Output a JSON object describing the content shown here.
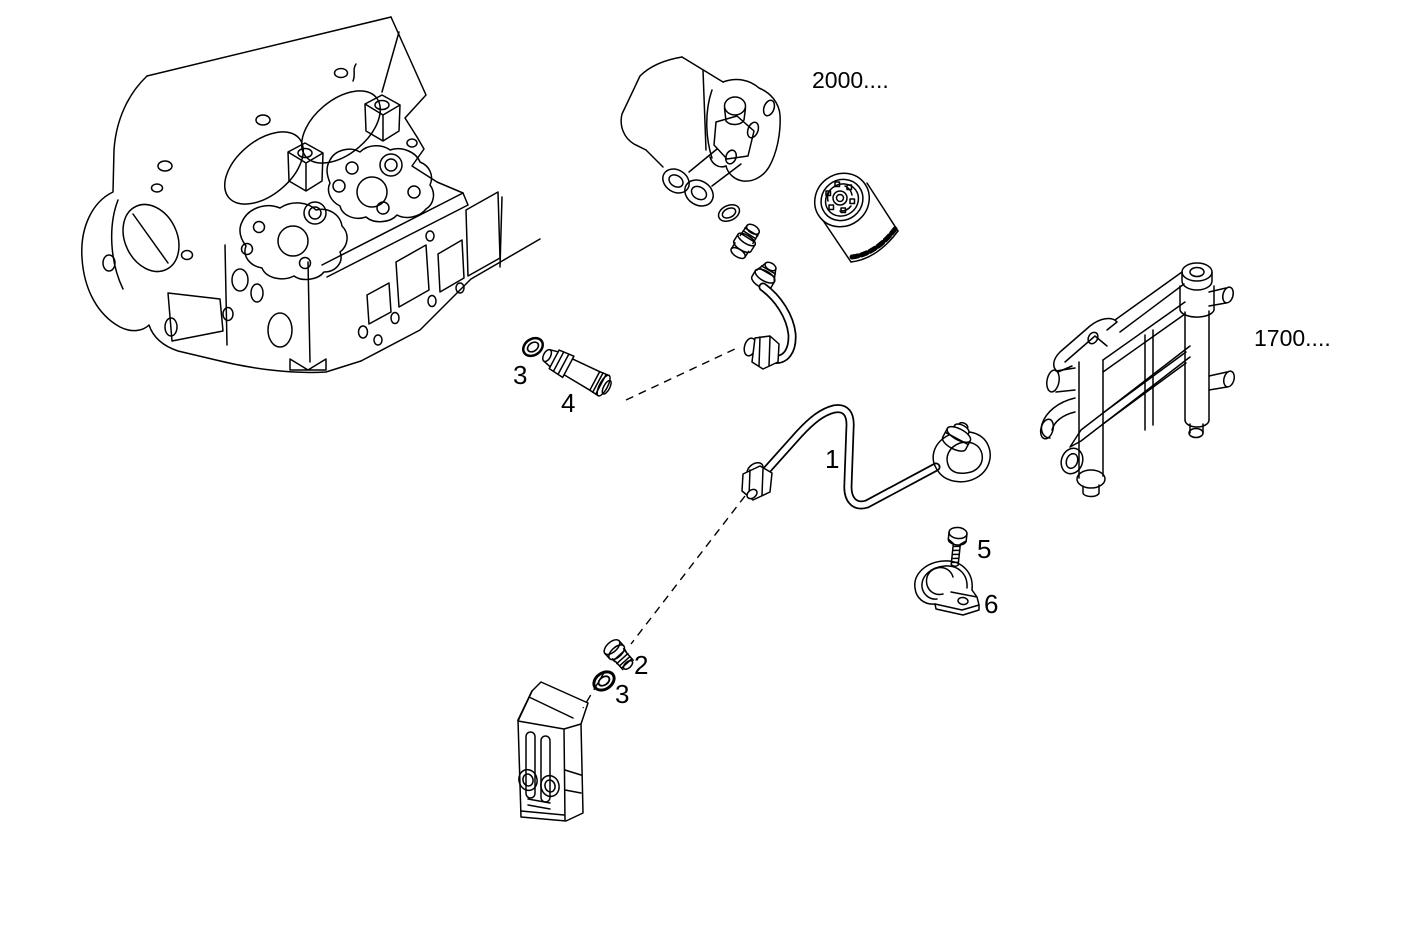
{
  "page": {
    "background_color": "#ffffff",
    "line_color": "#000000",
    "type": "exploded-parts-diagram"
  },
  "assembly_refs": [
    {
      "label": "2000....",
      "part": "oil-filter-assembly"
    },
    {
      "label": "1700....",
      "part": "heat-exchanger-frame"
    }
  ],
  "callouts": [
    {
      "number": "1",
      "part": "oil-delivery-pipe"
    },
    {
      "number": "2",
      "part": "union-fitting"
    },
    {
      "number": "3",
      "part": "seal-washer-upper"
    },
    {
      "number": "3",
      "part": "seal-washer-lower"
    },
    {
      "number": "4",
      "part": "extension-fitting"
    },
    {
      "number": "5",
      "part": "fixing-bolt"
    },
    {
      "number": "6",
      "part": "pipe-clamp"
    }
  ]
}
